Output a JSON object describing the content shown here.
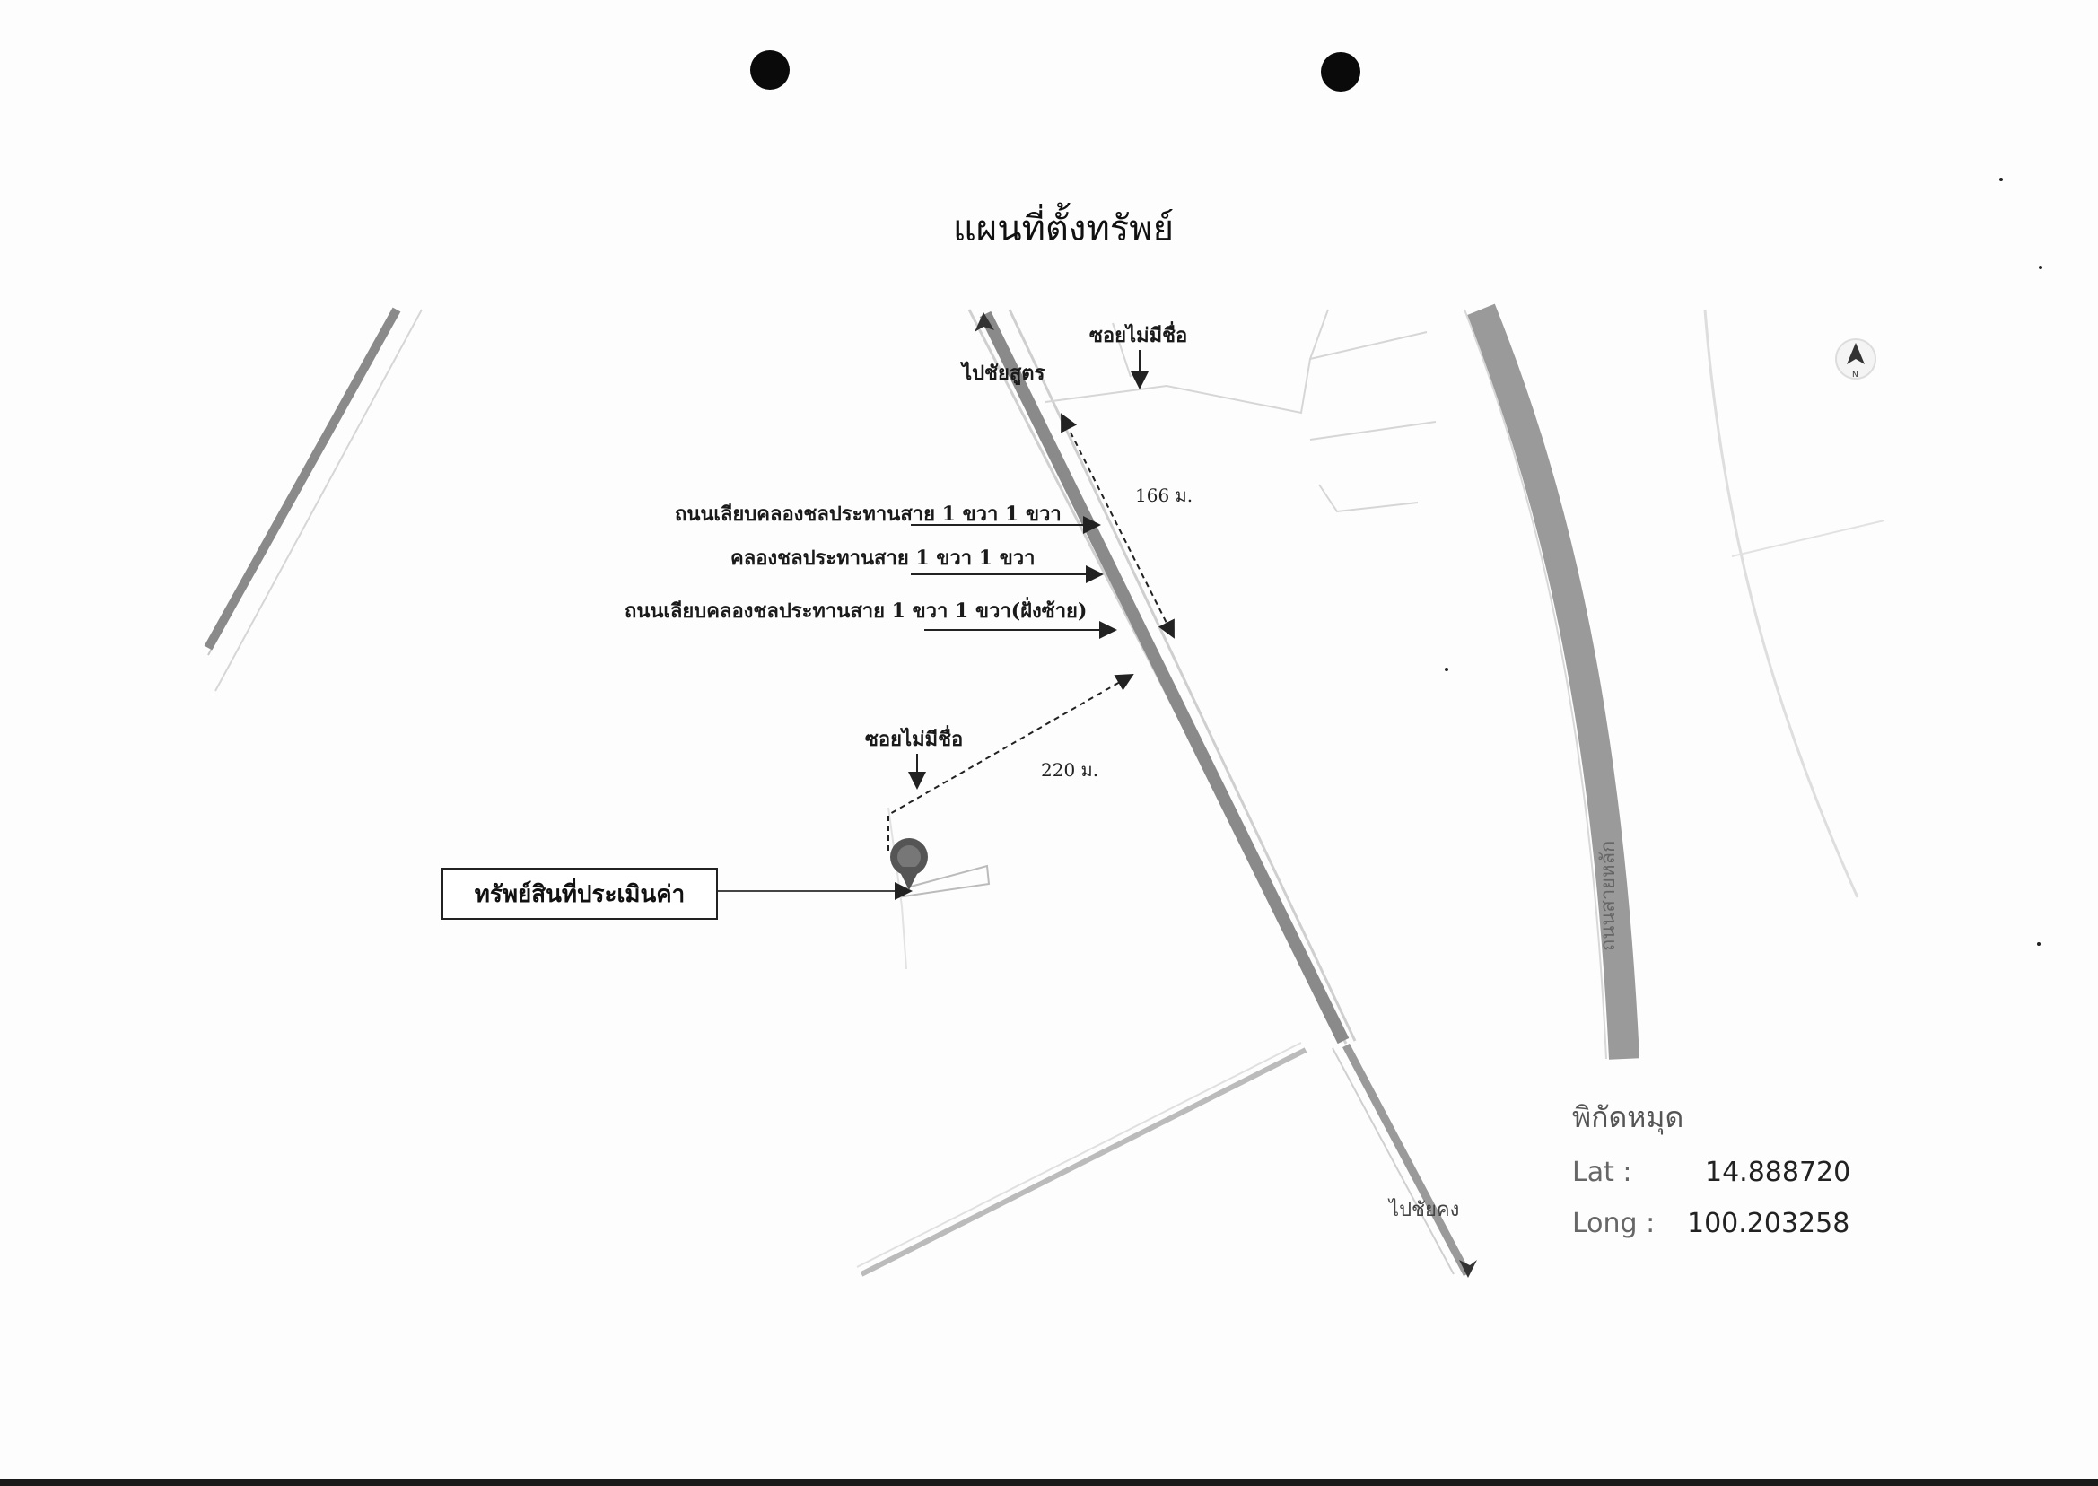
{
  "title": "แผนที่ตั้งทรัพย์",
  "labels": {
    "soi_top": "ซอยไม่มีชื่อ",
    "to_north": "ไปชัยสูตร",
    "dist_166": "166 ม.",
    "road_right_bank": "ถนนเลียบคลองชลประทานสาย 1 ขวา 1 ขวา",
    "canal": "คลองชลประทานสาย 1 ขวา 1 ขวา",
    "road_left_bank": "ถนนเลียบคลองชลประทานสาย 1 ขวา 1 ขวา(ฝั่งซ้าย)",
    "soi_mid": "ซอยไม่มีชื่อ",
    "dist_220": "220 ม.",
    "property": "ทรัพย์สินที่ประเมินค่า",
    "to_south": "ไปชัยคง",
    "highway_side": "ถนนสายหลัก"
  },
  "coordinates": {
    "heading": "พิกัดหมุด",
    "lat_label": "Lat :",
    "lat_value": "14.888720",
    "long_label": "Long :",
    "long_value": "100.203258"
  },
  "icons": {
    "north_arrow": "north-arrow-icon",
    "location_pin": "location-pin-icon"
  }
}
